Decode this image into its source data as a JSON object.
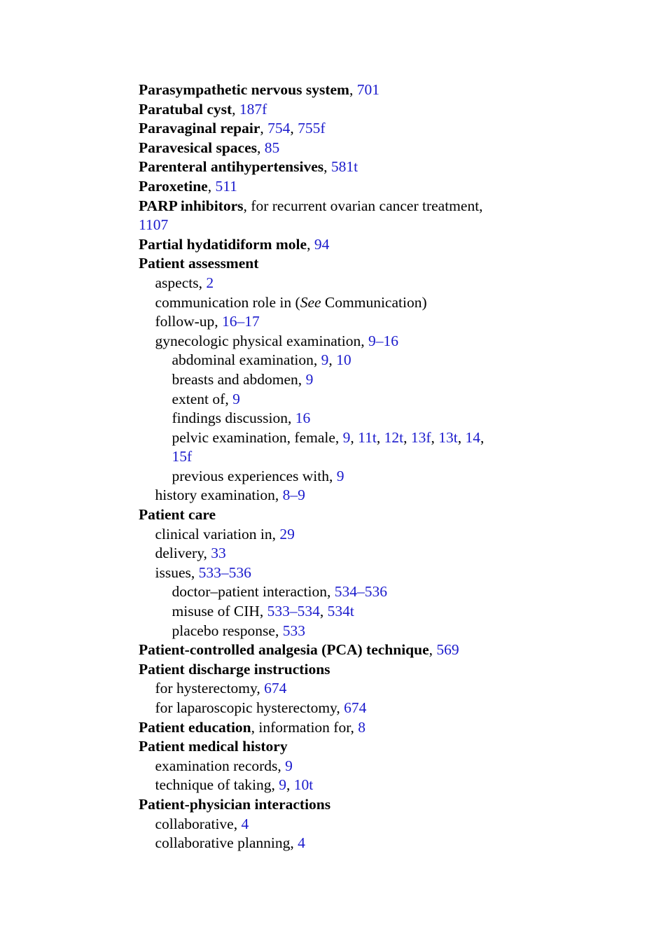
{
  "index_lines": [
    {
      "level": 0,
      "parts": [
        {
          "t": "Parasympathetic nervous system",
          "s": "term"
        },
        {
          "t": ", "
        },
        {
          "t": "701",
          "s": "ref"
        }
      ]
    },
    {
      "level": 0,
      "parts": [
        {
          "t": "Paratubal cyst",
          "s": "term"
        },
        {
          "t": ", "
        },
        {
          "t": "187f",
          "s": "ref"
        }
      ]
    },
    {
      "level": 0,
      "parts": [
        {
          "t": "Paravaginal repair",
          "s": "term"
        },
        {
          "t": ", "
        },
        {
          "t": "754",
          "s": "ref"
        },
        {
          "t": ", "
        },
        {
          "t": "755f",
          "s": "ref"
        }
      ]
    },
    {
      "level": 0,
      "parts": [
        {
          "t": "Paravesical spaces",
          "s": "term"
        },
        {
          "t": ", "
        },
        {
          "t": "85",
          "s": "ref"
        }
      ]
    },
    {
      "level": 0,
      "parts": [
        {
          "t": "Parenteral antihypertensives",
          "s": "term"
        },
        {
          "t": ", "
        },
        {
          "t": "581t",
          "s": "ref"
        }
      ]
    },
    {
      "level": 0,
      "parts": [
        {
          "t": "Paroxetine",
          "s": "term"
        },
        {
          "t": ", "
        },
        {
          "t": "511",
          "s": "ref"
        }
      ]
    },
    {
      "level": 0,
      "parts": [
        {
          "t": "PARP inhibitors",
          "s": "term"
        },
        {
          "t": ", for recurrent ovarian cancer treatment,"
        }
      ]
    },
    {
      "level": 0,
      "parts": [
        {
          "t": "1107",
          "s": "ref"
        }
      ]
    },
    {
      "level": 0,
      "parts": [
        {
          "t": "Partial hydatidiform mole",
          "s": "term"
        },
        {
          "t": ", "
        },
        {
          "t": "94",
          "s": "ref"
        }
      ]
    },
    {
      "level": 0,
      "parts": [
        {
          "t": "Patient assessment",
          "s": "term"
        }
      ]
    },
    {
      "level": 1,
      "parts": [
        {
          "t": "aspects, "
        },
        {
          "t": "2",
          "s": "ref"
        }
      ]
    },
    {
      "level": 1,
      "parts": [
        {
          "t": "communication role in ("
        },
        {
          "t": "See",
          "s": "it"
        },
        {
          "t": " Communication)"
        }
      ]
    },
    {
      "level": 1,
      "parts": [
        {
          "t": "follow-up, "
        },
        {
          "t": "16–17",
          "s": "ref"
        }
      ]
    },
    {
      "level": 1,
      "parts": [
        {
          "t": "gynecologic physical examination, "
        },
        {
          "t": "9–16",
          "s": "ref"
        }
      ]
    },
    {
      "level": 2,
      "parts": [
        {
          "t": "abdominal examination, "
        },
        {
          "t": "9",
          "s": "ref"
        },
        {
          "t": ", "
        },
        {
          "t": "10",
          "s": "ref"
        }
      ]
    },
    {
      "level": 2,
      "parts": [
        {
          "t": "breasts and abdomen, "
        },
        {
          "t": "9",
          "s": "ref"
        }
      ]
    },
    {
      "level": 2,
      "parts": [
        {
          "t": "extent of, "
        },
        {
          "t": "9",
          "s": "ref"
        }
      ]
    },
    {
      "level": 2,
      "parts": [
        {
          "t": "findings discussion, "
        },
        {
          "t": "16",
          "s": "ref"
        }
      ]
    },
    {
      "level": 2,
      "parts": [
        {
          "t": "pelvic examination, female, "
        },
        {
          "t": "9",
          "s": "ref"
        },
        {
          "t": ", "
        },
        {
          "t": "11t",
          "s": "ref"
        },
        {
          "t": ", "
        },
        {
          "t": "12t",
          "s": "ref"
        },
        {
          "t": ", "
        },
        {
          "t": "13f",
          "s": "ref"
        },
        {
          "t": ", "
        },
        {
          "t": "13t",
          "s": "ref"
        },
        {
          "t": ", "
        },
        {
          "t": "14",
          "s": "ref"
        },
        {
          "t": ","
        }
      ]
    },
    {
      "level": 2,
      "parts": [
        {
          "t": "15f",
          "s": "ref"
        }
      ]
    },
    {
      "level": 2,
      "parts": [
        {
          "t": "previous experiences with, "
        },
        {
          "t": "9",
          "s": "ref"
        }
      ]
    },
    {
      "level": 1,
      "parts": [
        {
          "t": "history examination, "
        },
        {
          "t": "8–9",
          "s": "ref"
        }
      ]
    },
    {
      "level": 0,
      "parts": [
        {
          "t": "Patient care",
          "s": "term"
        }
      ]
    },
    {
      "level": 1,
      "parts": [
        {
          "t": "clinical variation in, "
        },
        {
          "t": "29",
          "s": "ref"
        }
      ]
    },
    {
      "level": 1,
      "parts": [
        {
          "t": "delivery, "
        },
        {
          "t": "33",
          "s": "ref"
        }
      ]
    },
    {
      "level": 1,
      "parts": [
        {
          "t": "issues, "
        },
        {
          "t": "533–536",
          "s": "ref"
        }
      ]
    },
    {
      "level": 2,
      "parts": [
        {
          "t": "doctor–patient interaction, "
        },
        {
          "t": "534–536",
          "s": "ref"
        }
      ]
    },
    {
      "level": 2,
      "parts": [
        {
          "t": "misuse of CIH, "
        },
        {
          "t": "533–534",
          "s": "ref"
        },
        {
          "t": ", "
        },
        {
          "t": "534t",
          "s": "ref"
        }
      ]
    },
    {
      "level": 2,
      "parts": [
        {
          "t": "placebo response, "
        },
        {
          "t": "533",
          "s": "ref"
        }
      ]
    },
    {
      "level": 0,
      "parts": [
        {
          "t": "Patient-controlled analgesia (PCA) technique",
          "s": "term"
        },
        {
          "t": ", "
        },
        {
          "t": "569",
          "s": "ref"
        }
      ]
    },
    {
      "level": 0,
      "parts": [
        {
          "t": "Patient discharge instructions",
          "s": "term"
        }
      ]
    },
    {
      "level": 1,
      "parts": [
        {
          "t": "for hysterectomy, "
        },
        {
          "t": "674",
          "s": "ref"
        }
      ]
    },
    {
      "level": 1,
      "parts": [
        {
          "t": "for laparoscopic hysterectomy, "
        },
        {
          "t": "674",
          "s": "ref"
        }
      ]
    },
    {
      "level": 0,
      "parts": [
        {
          "t": "Patient education",
          "s": "term"
        },
        {
          "t": ", information for, "
        },
        {
          "t": "8",
          "s": "ref"
        }
      ]
    },
    {
      "level": 0,
      "parts": [
        {
          "t": "Patient medical history",
          "s": "term"
        }
      ]
    },
    {
      "level": 1,
      "parts": [
        {
          "t": "examination records, "
        },
        {
          "t": "9",
          "s": "ref"
        }
      ]
    },
    {
      "level": 1,
      "parts": [
        {
          "t": "technique of taking, "
        },
        {
          "t": "9",
          "s": "ref"
        },
        {
          "t": ", "
        },
        {
          "t": "10t",
          "s": "ref"
        }
      ]
    },
    {
      "level": 0,
      "parts": [
        {
          "t": "Patient-physician interactions",
          "s": "term"
        }
      ]
    },
    {
      "level": 1,
      "parts": [
        {
          "t": "collaborative, "
        },
        {
          "t": "4",
          "s": "ref"
        }
      ]
    },
    {
      "level": 1,
      "parts": [
        {
          "t": "collaborative planning, "
        },
        {
          "t": "4",
          "s": "ref"
        }
      ]
    }
  ],
  "colors": {
    "text": "#000000",
    "link": "#1a1acc",
    "background": "#ffffff"
  }
}
